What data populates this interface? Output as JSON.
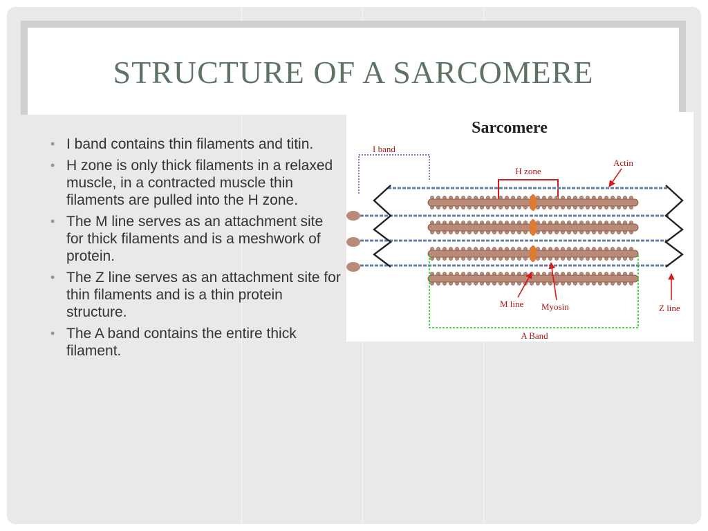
{
  "slide": {
    "title": "STRUCTURE OF A SARCOMERE",
    "bullets": [
      "I band contains thin filaments and titin.",
      "H zone is only thick filaments in a relaxed muscle, in a contracted muscle thin filaments are pulled into the H zone.",
      "The M line serves as an attachment site for  thick filaments and is a meshwork of protein.",
      "The Z line serves as an attachment site for thin filaments and is a thin protein structure.",
      "The A band contains the entire thick filament."
    ]
  },
  "diagram": {
    "title": "Sarcomere",
    "labels": {
      "i_band": "I band",
      "h_zone": "H zone",
      "actin": "Actin",
      "m_line": "M line",
      "myosin": "Myosin",
      "z_line": "Z line",
      "a_band": "A Band"
    },
    "colors": {
      "myosin": "#b98a78",
      "m_line": "#e07a2e",
      "actin": "#5f7fa8",
      "arrow": "#d61a1a",
      "a_band": "#22cc22",
      "i_band": "#2222aa",
      "z_line": "#222222"
    }
  }
}
